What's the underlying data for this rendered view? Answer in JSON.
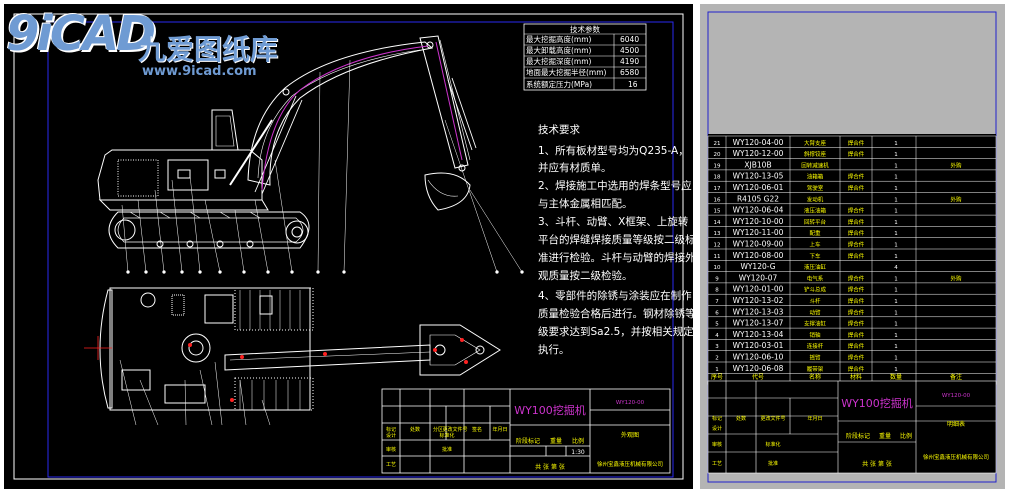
{
  "watermark": {
    "brand": "9iCAD",
    "cn_name": "九爱图纸库",
    "url": "www.9icad.com"
  },
  "colors": {
    "background": "#000000",
    "frame": "#ffffff",
    "accent": "#ffff00",
    "highlight": "#cc33cc",
    "marker": "#ff2222",
    "sheet_bg": "#b4b4b4",
    "sheet_border": "#2222cc",
    "link": "#6f9bd3"
  },
  "drawing": {
    "params_title": "技术参数",
    "params": [
      {
        "label": "最大挖掘高度(mm)",
        "value": "6040"
      },
      {
        "label": "最大卸载高度(mm)",
        "value": "4500"
      },
      {
        "label": "最大挖掘深度(mm)",
        "value": "4190"
      },
      {
        "label": "地面最大挖掘半径(mm)",
        "value": "6580"
      },
      {
        "label": "系统额定压力(MPa)",
        "value": "16"
      }
    ],
    "tech_title": "技术要求",
    "tech_lines": [
      "1、所有板材型号均为Q235-A，",
      "并应有材质单。",
      "2、焊接施工中选用的焊条型号应",
      "与主体金属相匹配。",
      "3、斗杆、动臂、X框架、上旋转",
      "平台的焊缝焊接质量等级按二级标",
      "准进行检验。斗杆与动臂的焊接外",
      "观质量按二级检验。",
      "4、零部件的除锈与涂装应在制作",
      "质量检验合格后进行。钢材除锈等",
      "级要求达到Sa2.5，并按相关规定",
      "执行。"
    ],
    "title_block": {
      "name": "WY100挖掘机",
      "code": "WY120-00",
      "doc": "外观图",
      "company": "徐州宝鑫液压机械有限公司",
      "scale": "1:30",
      "stage": "阶段标记",
      "weight": "重量",
      "ratio": "比例",
      "totals": "共  张 第  张",
      "cols": [
        "标记",
        "处数",
        "分区",
        "更改文件号",
        "签名",
        "年月日"
      ],
      "roles": [
        "设计",
        "审核",
        "工艺",
        "标准化",
        "批准"
      ]
    }
  },
  "sheet": {
    "bom": [
      {
        "no": "21",
        "code": "WY120-04-00",
        "name": "大臂支座",
        "mat": "焊合件",
        "qty": "1",
        "note": ""
      },
      {
        "no": "20",
        "code": "WY120-12-00",
        "name": "斜撑铰座",
        "mat": "焊合件",
        "qty": "1",
        "note": ""
      },
      {
        "no": "19",
        "code": "XJB10B",
        "name": "回转减速机",
        "mat": "",
        "qty": "1",
        "note": "外购"
      },
      {
        "no": "18",
        "code": "WY120-13-05",
        "name": "油箱箱",
        "mat": "焊合件",
        "qty": "1",
        "note": ""
      },
      {
        "no": "17",
        "code": "WY120-06-01",
        "name": "驾驶室",
        "mat": "焊合件",
        "qty": "1",
        "note": ""
      },
      {
        "no": "16",
        "code": "R4105 G22",
        "name": "发动机",
        "mat": "",
        "qty": "1",
        "note": "外购"
      },
      {
        "no": "15",
        "code": "WY120-06-04",
        "name": "液压油箱",
        "mat": "焊合件",
        "qty": "1",
        "note": ""
      },
      {
        "no": "14",
        "code": "WY120-10-00",
        "name": "回转平台",
        "mat": "焊合件",
        "qty": "1",
        "note": ""
      },
      {
        "no": "13",
        "code": "WY120-11-00",
        "name": "配重",
        "mat": "焊合件",
        "qty": "1",
        "note": ""
      },
      {
        "no": "12",
        "code": "WY120-09-00",
        "name": "上车",
        "mat": "焊合件",
        "qty": "1",
        "note": ""
      },
      {
        "no": "11",
        "code": "WY120-08-00",
        "name": "下车",
        "mat": "焊合件",
        "qty": "1",
        "note": ""
      },
      {
        "no": "10",
        "code": "WY120-G",
        "name": "液压油缸",
        "mat": "",
        "qty": "4",
        "note": ""
      },
      {
        "no": "9",
        "code": "WY120-07",
        "name": "电气系",
        "mat": "焊合件",
        "qty": "1",
        "note": "外购"
      },
      {
        "no": "8",
        "code": "WY120-01-00",
        "name": "铲斗总成",
        "mat": "焊合件",
        "qty": "1",
        "note": ""
      },
      {
        "no": "7",
        "code": "WY120-13-02",
        "name": "斗杆",
        "mat": "焊合件",
        "qty": "1",
        "note": ""
      },
      {
        "no": "6",
        "code": "WY120-13-03",
        "name": "动臂",
        "mat": "焊合件",
        "qty": "1",
        "note": ""
      },
      {
        "no": "5",
        "code": "WY120-13-07",
        "name": "支撑油缸",
        "mat": "焊合件",
        "qty": "1",
        "note": ""
      },
      {
        "no": "4",
        "code": "WY120-13-04",
        "name": "销轴",
        "mat": "焊合件",
        "qty": "1",
        "note": ""
      },
      {
        "no": "3",
        "code": "WY120-03-01",
        "name": "连接杆",
        "mat": "焊合件",
        "qty": "1",
        "note": ""
      },
      {
        "no": "2",
        "code": "WY120-06-10",
        "name": "摇臂",
        "mat": "焊合件",
        "qty": "1",
        "note": ""
      },
      {
        "no": "1",
        "code": "WY120-06-08",
        "name": "履带架",
        "mat": "焊合件",
        "qty": "1",
        "note": ""
      }
    ],
    "bom_header": {
      "no": "序号",
      "code": "代号",
      "name": "名称",
      "mat": "材料",
      "qty": "数量",
      "note": "备注"
    },
    "title_block": {
      "name": "WY100挖掘机",
      "code": "WY120-00",
      "doc": "明细表",
      "company": "徐州宝鑫液压机械有限公司",
      "totals": "共  张 第  张"
    }
  }
}
